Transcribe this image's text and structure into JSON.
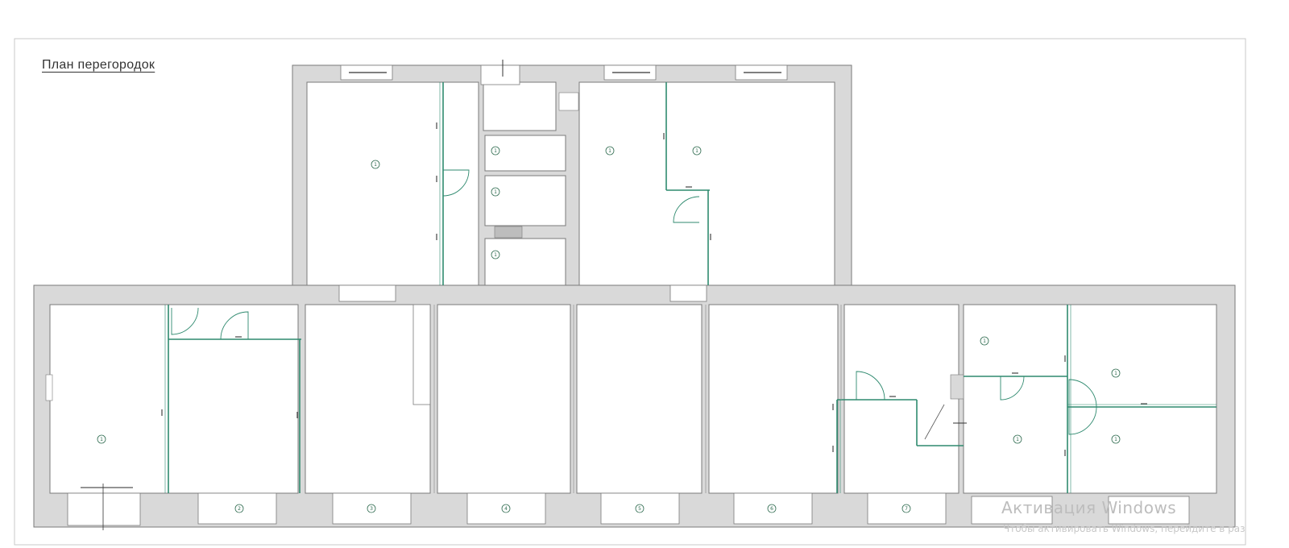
{
  "title": "План перегородок",
  "colors": {
    "wall": "#d9d9d9",
    "wall_edge": "#7a7a7a",
    "partition": "#2f8a6f",
    "frame": "#c9c9c9",
    "text": "#333333"
  },
  "room_labels": [
    {
      "id": "upper-left-office",
      "label": "1"
    },
    {
      "id": "upper-right-office-a",
      "label": "1"
    },
    {
      "id": "upper-right-office-b",
      "label": "1"
    },
    {
      "id": "stair-1",
      "label": "1"
    },
    {
      "id": "stair-2",
      "label": "1"
    },
    {
      "id": "stair-3",
      "label": "1"
    },
    {
      "id": "lower-left-office",
      "label": "1"
    },
    {
      "id": "right-top-small",
      "label": "1"
    },
    {
      "id": "right-top-large",
      "label": "1"
    },
    {
      "id": "right-middle",
      "label": "1"
    },
    {
      "id": "right-bottom",
      "label": "1"
    }
  ],
  "sill_labels": [
    "2",
    "3",
    "4",
    "5",
    "6",
    "7"
  ],
  "watermark": {
    "line1": "Активация Windows",
    "line2": "Чтобы активировать Windows, перейдите в раз"
  }
}
